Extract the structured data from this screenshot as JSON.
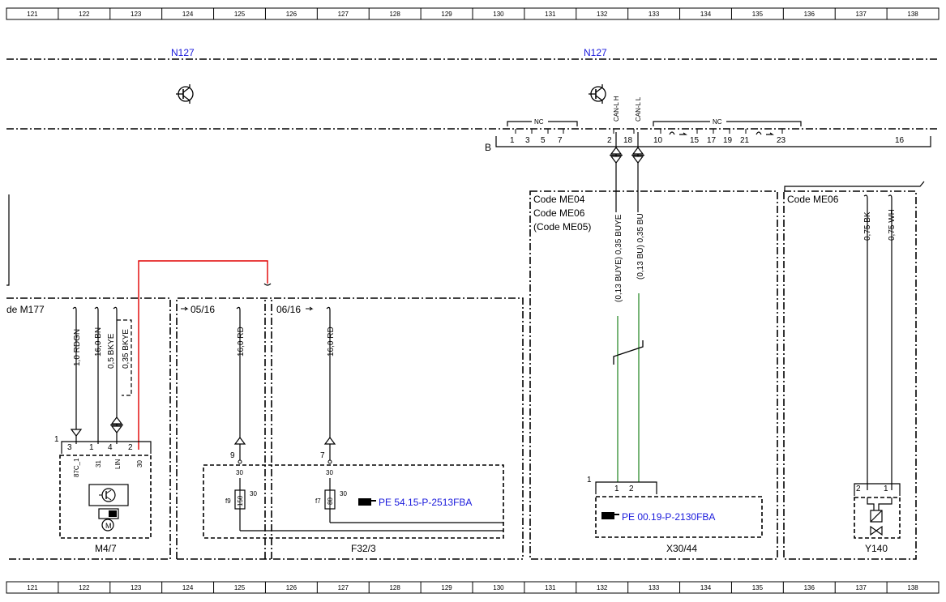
{
  "ruler": {
    "columns": [
      "121",
      "122",
      "123",
      "124",
      "125",
      "126",
      "127",
      "128",
      "129",
      "130",
      "131",
      "132",
      "133",
      "134",
      "135",
      "136",
      "137",
      "138"
    ]
  },
  "modules": {
    "n127_left": "N127",
    "n127_right": "N127",
    "connector_b": "B",
    "nc": "NC"
  },
  "connector_pins": [
    "1",
    "3",
    "5",
    "7",
    "2",
    "18",
    "10",
    "15",
    "17",
    "19",
    "21",
    "23",
    "16"
  ],
  "can_labels": {
    "high": "CAN-L H",
    "low": "CAN-L L"
  },
  "codes": {
    "me04": "Code ME04",
    "me06": "Code ME06",
    "me05": "(Code ME05)",
    "me06_right": "Code ME06",
    "m177": "de M177",
    "date_0516": "05/16",
    "date_0616": "06/16"
  },
  "wires": {
    "w1": "1,0 RDGN",
    "w2": "16,0 BN",
    "w3": "0,5 BKYE",
    "w4": "0,35 BKYE",
    "w5": "16,0 RD",
    "w6": "16,0 RD",
    "w7": "(0,13 BUYE) 0,35 BUYE",
    "w8": "(0,13 BU) 0,35 BU",
    "w9": "0,75 BK",
    "w10": "0,75 WH"
  },
  "m47": {
    "label": "M4/7",
    "conn_no": "1",
    "pins": [
      "3",
      "1",
      "4",
      "2"
    ],
    "pin_names": [
      "87C_1",
      "31",
      "LIN",
      "30"
    ],
    "motor": "M"
  },
  "f32": {
    "label": "F32/3",
    "pin9": "9",
    "pin7": "7",
    "p30a": "30",
    "p30b": "30",
    "p30c": "30",
    "p30d": "30",
    "f9": "f9",
    "f7": "f7",
    "f9_rating": "150",
    "f7_rating": "80",
    "ref": "PE 54.15-P-2513FBA"
  },
  "x30": {
    "label": "X30/44",
    "conn_no": "1",
    "pins": [
      "1",
      "2"
    ],
    "ref": "PE 00.19-P-2130FBA"
  },
  "y140": {
    "label": "Y140",
    "pins": [
      "2",
      "1"
    ]
  },
  "colors": {
    "line": "#000000",
    "ref_text": "#1a1adc",
    "red_wire": "#e00000",
    "green_wire": "#2e8b2e"
  }
}
